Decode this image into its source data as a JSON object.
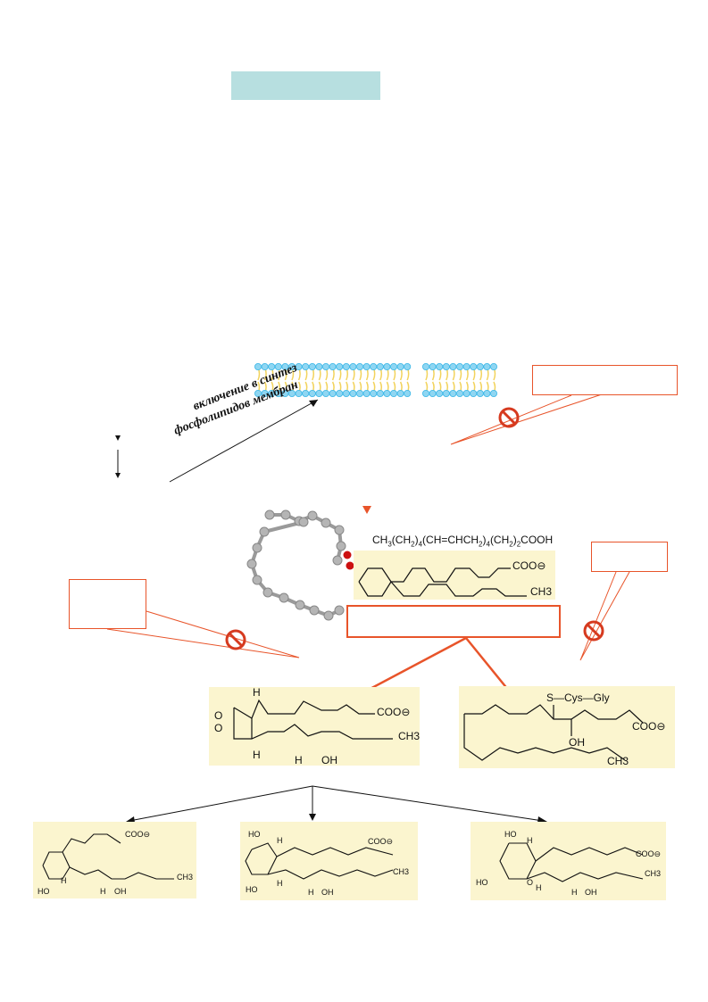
{
  "diagram": {
    "label_phospholipid": "включение в синтез фосфолипидов мембран",
    "label_line1": "включение в синтез",
    "label_line2": "фосфолипидов мембран",
    "arachidonic_formula": "CH3(CH2)4(CH=CHCH2)4(CH2)2COOH",
    "formula_parts": [
      "CH",
      "3",
      "(CH",
      "2",
      ")",
      "4",
      "(CH=CHCH",
      "2",
      ")",
      "4",
      "(CH",
      "2",
      ")",
      "2",
      "COOH"
    ],
    "coo_minus": "COO⊖",
    "ch3": "CH3",
    "h": "H",
    "oh": "OH",
    "ho": "HO",
    "o": "O",
    "s_cys_gly": "S—Cys—Gly"
  },
  "colors": {
    "accent_red": "#e8542a",
    "panel_yellow": "#fbf5cf",
    "title_box": "#b7dfe0",
    "membrane_head": "#3ab7e8",
    "membrane_tail": "#f2d35c"
  },
  "icons": [
    "inhibition-icon",
    "arrow-down-icon",
    "triangle-down-icon"
  ]
}
